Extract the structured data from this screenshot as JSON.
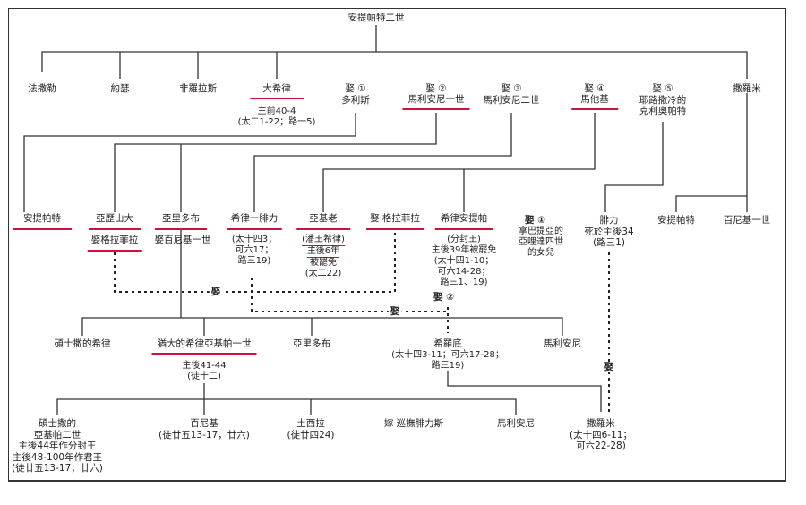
{
  "title": "安提帕特二世",
  "marry_word": "娶",
  "accent_color": "#d0103a",
  "gen1": {
    "fasael": "法撒勒",
    "joseph": "約瑟",
    "pheroras": "非羅拉斯",
    "herod_great": "大希律",
    "herod_great_note": "主前40-4\n(太二1-22；路一5)",
    "wife1": "娶 ①\n多利斯",
    "wife2_head": "娶 ②",
    "wife2_name": "馬利安尼一世",
    "wife3": "娶 ③\n馬利安尼二世",
    "wife4_head": "娶 ④",
    "wife4_name": "馬他基",
    "wife5": "娶 ⑤\n耶路撒冷的\n克利奧帕特",
    "salome": "撒羅米"
  },
  "gen2": {
    "antipater": "安提帕特",
    "alexander": "亞歷山大",
    "alexander_wife": "娶格拉菲拉",
    "aristobulus": "亞里多布",
    "aristobulus_wife": "娶百尼基一世",
    "herod_philip": "希律一腓力",
    "herod_philip_note": "(太十四3；\n可六17；\n路三19)",
    "archelaus": "亞基老",
    "archelaus_note1": "(潘王希律)",
    "archelaus_note2": "主後6年",
    "archelaus_note3": "被罷免\n(太二22)",
    "marry_glaphyra": "娶 格拉菲拉",
    "antipas": "希律安提帕",
    "antipas_note": "(分封王)\n主後39年被罷免\n(太十四1-10；\n可六14-28；\n路三1、19)",
    "antipas_wife_head": "娶 ①",
    "antipas_wife": "拿巴提亞的\n亞哩達四世\n的女兒",
    "antipas_wife2": "娶 ②",
    "philip": "腓力\n死於主後34\n(路三1)",
    "antipater2": "安提帕特",
    "berenice1": "百尼基一世"
  },
  "gen3": {
    "herod_chalcis": "碩士撒的希律",
    "agrippa1": "猶大的希律亞基帕一世",
    "agrippa1_note": "主後41-44\n(徒十二)",
    "aristobulus": "亞里多布",
    "herodias": "希羅底",
    "herodias_note": "(太十四3-11；可六17-28；\n路三19)",
    "mariamne": "馬利安尼"
  },
  "gen4": {
    "agrippa2": "碩士撒的\n亞基帕二世\n主後44年作分封王\n主後48-100年作君王\n(徒廿五13-17，廿六)",
    "bernice": "百尼基\n(徒廿五13-17，廿六)",
    "drusilla": "土西拉\n(徒廿四24)",
    "married_felix": "嫁 巡撫腓力斯",
    "mariamne": "馬利安尼",
    "salome": "撒羅米\n(太十四6-11；\n可六22-28)"
  }
}
